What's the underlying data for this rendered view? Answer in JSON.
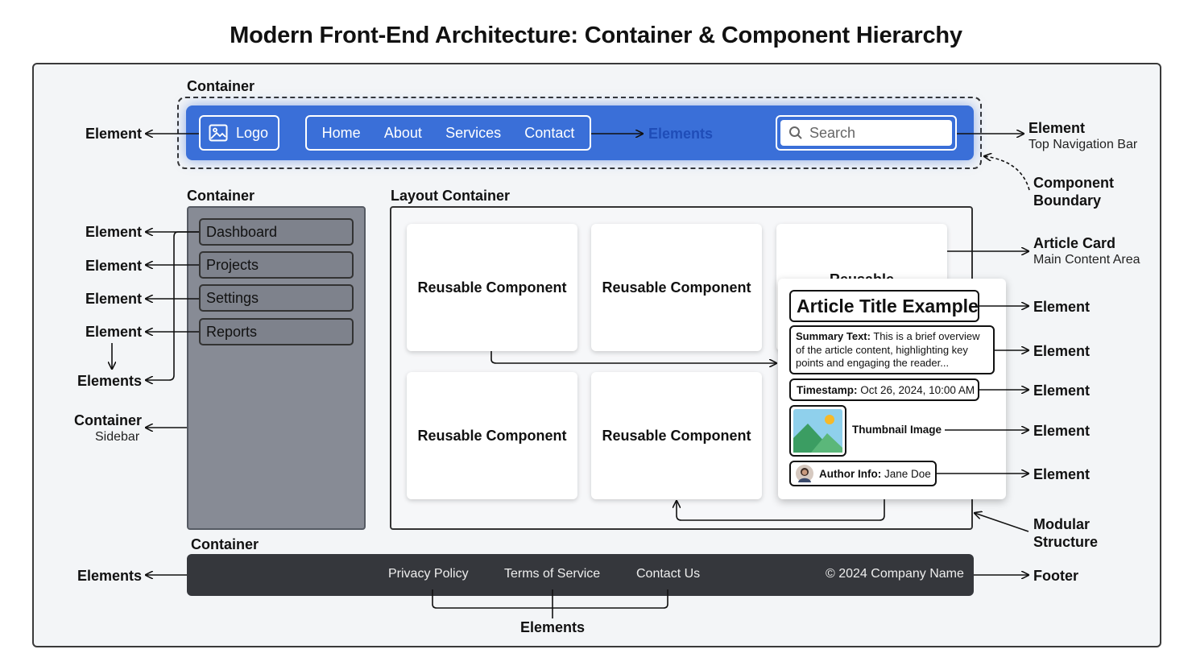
{
  "title": "Modern Front-End Architecture: Container & Component Hierarchy",
  "labels": {
    "container": "Container",
    "layout_container": "Layout Container",
    "element": "Element",
    "elements": "Elements"
  },
  "nav": {
    "logo": "Logo",
    "links": [
      "Home",
      "About",
      "Services",
      "Contact"
    ],
    "search_placeholder": "Search",
    "elements_label": "Elements",
    "element_label": "Element",
    "element_sub": "Top Navigation Bar",
    "boundary_label": "Component Boundary"
  },
  "sidebar": {
    "items": [
      "Dashboard",
      "Projects",
      "Settings",
      "Reports"
    ],
    "label": "Container",
    "sub": "Sidebar"
  },
  "cards": {
    "label": "Reusable Component",
    "hidden_label": "Reusable"
  },
  "article": {
    "title": "Article Title Example",
    "summary_key": "Summary Text:",
    "summary_text": " This is a brief overview of the article content, highlighting key points and engaging the reader...",
    "timestamp_key": "Timestamp:",
    "timestamp_value": " Oct 26, 2024, 10:00 AM",
    "thumbnail_label": "Thumbnail Image",
    "author_key": "Author Info:",
    "author_value": " Jane Doe",
    "card_label": "Article Card",
    "card_sub": "Main Content Area",
    "modular": "Modular Structure"
  },
  "footer": {
    "links": [
      "Privacy Policy",
      "Terms of Service",
      "Contact Us"
    ],
    "copyright": "© 2024 Company Name",
    "label": "Footer"
  },
  "colors": {
    "nav_blue": "#3a6fd8",
    "sidebar_gray": "#878b95",
    "footer_dark": "#35373c"
  }
}
